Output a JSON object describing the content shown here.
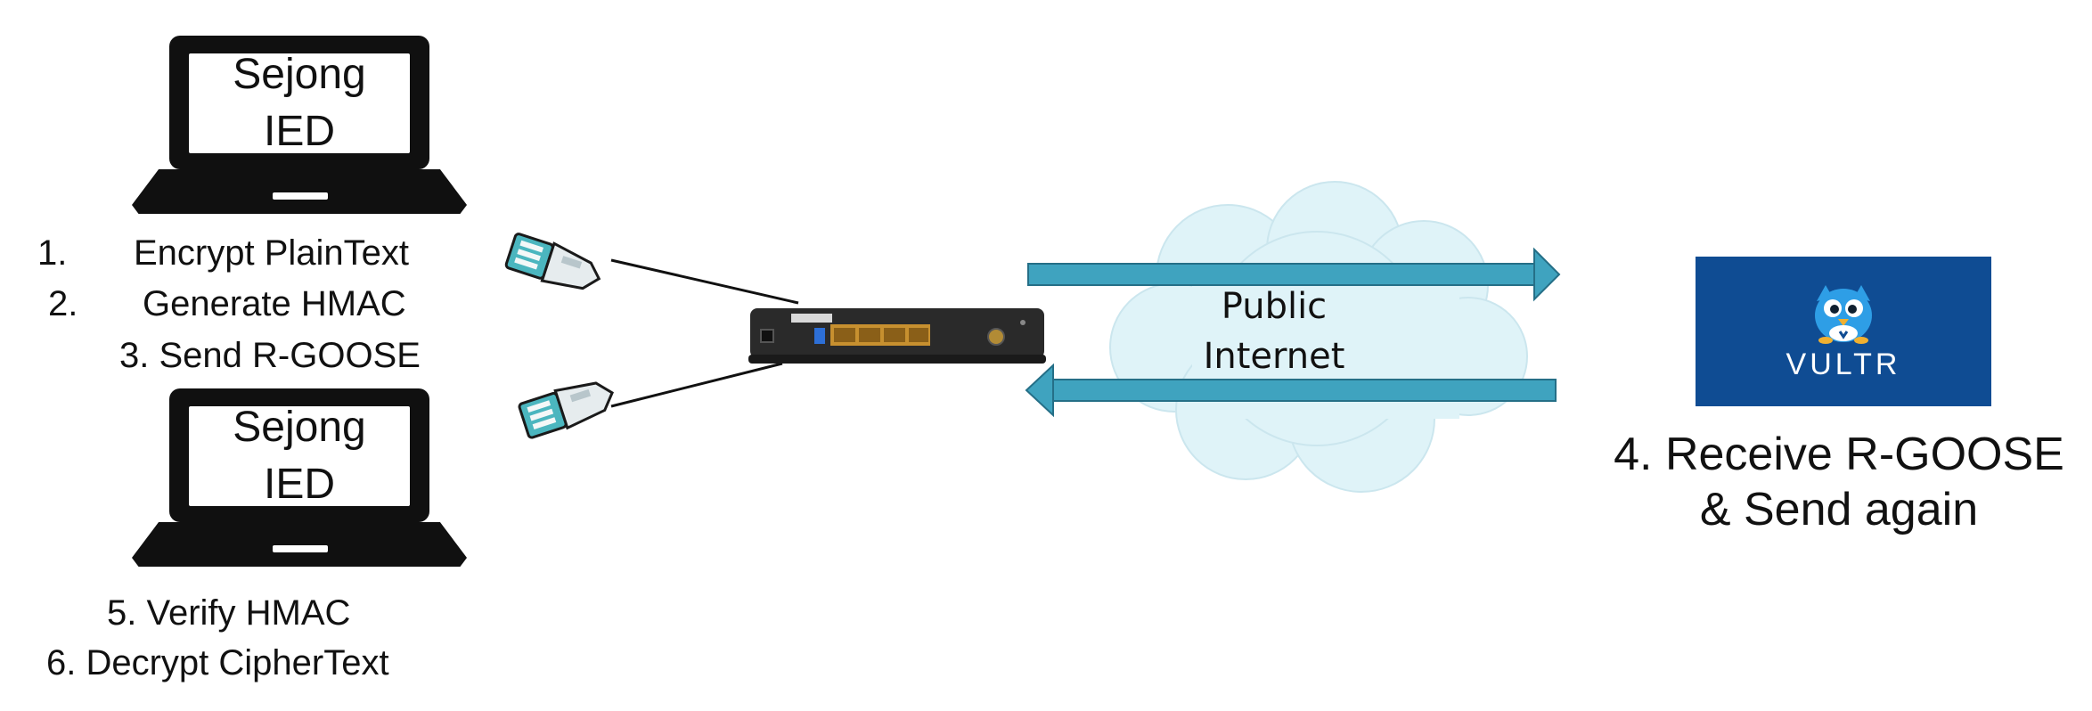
{
  "laptops": [
    {
      "line1": "Sejong",
      "line2": "IED"
    },
    {
      "line1": "Sejong",
      "line2": "IED"
    }
  ],
  "top_steps": [
    {
      "num": "1.",
      "text": "Encrypt PlainText"
    },
    {
      "num": "2.",
      "text": "Generate HMAC"
    },
    {
      "num": "",
      "text": "3. Send R-GOOSE"
    }
  ],
  "bottom_steps": [
    "5. Verify HMAC",
    "6. Decrypt CipherText"
  ],
  "cloud": {
    "label_line1": "Public",
    "label_line2": "Internet"
  },
  "server": {
    "brand": "VULTR",
    "caption_line1": "4. Receive R-GOOSE",
    "caption_line2": "& Send again"
  },
  "colors": {
    "arrow": "#3fa3bf",
    "arrow_edge": "#256f87",
    "cloud": "#dff3f8",
    "vultr_bg": "#0f4c93",
    "ethernet_tip": "#4bb6bf"
  },
  "icons": [
    "laptop-icon",
    "ethernet-cable-icon",
    "router-icon",
    "cloud-icon",
    "vultr-mascot-icon"
  ]
}
